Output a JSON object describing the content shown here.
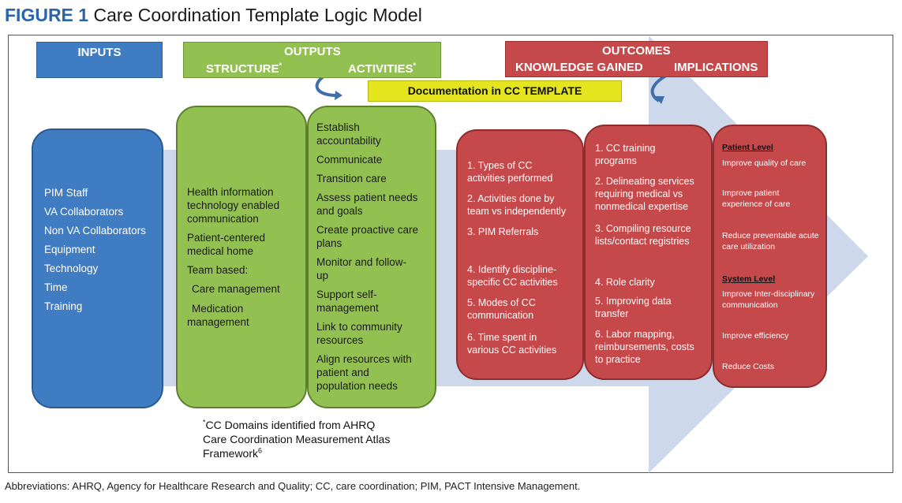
{
  "figure": {
    "number": "FIGURE 1",
    "title": "Care Coordination Template Logic Model"
  },
  "headers": {
    "inputs": "INPUTS",
    "outputs": "OUTPUTS",
    "structure": "STRUCTURE",
    "activities": "ACTIVITIES",
    "asterisk": "*",
    "outcomes": "OUTCOMES",
    "knowledge_gained": "KNOWLEDGE GAINED",
    "implications": "IMPLICATIONS"
  },
  "documentation_label": "Documentation in CC TEMPLATE",
  "inputs": [
    "PIM Staff",
    "VA Collaborators",
    "Non VA Collaborators",
    "Equipment",
    "Technology",
    "Time",
    "Training"
  ],
  "structure": {
    "hit": [
      "Health information",
      "technology enabled",
      "communication"
    ],
    "pcmh": [
      "Patient-centered",
      "medical home"
    ],
    "team": "Team based:",
    "care_mgmt": "Care management",
    "med": [
      "Medication",
      "management"
    ]
  },
  "activities": [
    [
      "Establish",
      "accountability"
    ],
    [
      "Communicate"
    ],
    [
      "Transition care"
    ],
    [
      "Assess patient needs",
      "and goals"
    ],
    [
      "Create proactive care",
      "plans"
    ],
    [
      "Monitor and follow-",
      "up"
    ],
    [
      "Support self-",
      "management"
    ],
    [
      "Link to community",
      "resources"
    ],
    [
      "Align resources with",
      "patient and",
      "population needs"
    ]
  ],
  "knowledge_gained": [
    [
      "1. Types of CC",
      "activities performed"
    ],
    [
      "2. Activities done by",
      "team vs independently"
    ],
    [
      "3. PIM Referrals"
    ],
    [
      "4. Identify discipline-",
      "specific CC activities"
    ],
    [
      "5. Modes of CC",
      "communication"
    ],
    [
      "6. Time spent in",
      "various CC activities"
    ]
  ],
  "knowledge_gained_2": [
    [
      "1. CC training",
      "programs"
    ],
    [
      "2. Delineating services",
      "requiring medical vs",
      "nonmedical expertise"
    ],
    [
      "3. Compiling resource",
      "lists/contact registries"
    ],
    [
      "4. Role clarity"
    ],
    [
      "5. Improving data",
      "transfer"
    ],
    [
      "6. Labor mapping,",
      "reimbursements, costs",
      "to practice"
    ]
  ],
  "implications": {
    "patient_level": "Patient Level",
    "patient": [
      [
        "Improve quality of care"
      ],
      [
        "Improve patient",
        "experience of care"
      ],
      [
        "Reduce preventable acute",
        "care utilization"
      ]
    ],
    "system_level": "System Level",
    "system": [
      [
        "Improve Inter-disciplinary",
        "communication"
      ],
      [
        "Improve efficiency"
      ],
      [
        "Reduce Costs"
      ]
    ]
  },
  "footnote": {
    "marker": "*",
    "line1": "CC Domains identified from AHRQ",
    "line2": "Care Coordination Measurement Atlas",
    "line3": "Framework",
    "ref": "6"
  },
  "abbreviations": "Abbreviations: AHRQ, Agency for Healthcare Research and Quality; CC, care coordination; PIM, PACT Intensive Management.",
  "colors": {
    "blue": "#3f7cc2",
    "green": "#93c151",
    "red": "#c5484a",
    "yellow": "#e4e41f",
    "arrow_band": "#cdd9ea",
    "title_blue": "#2b64a8"
  }
}
